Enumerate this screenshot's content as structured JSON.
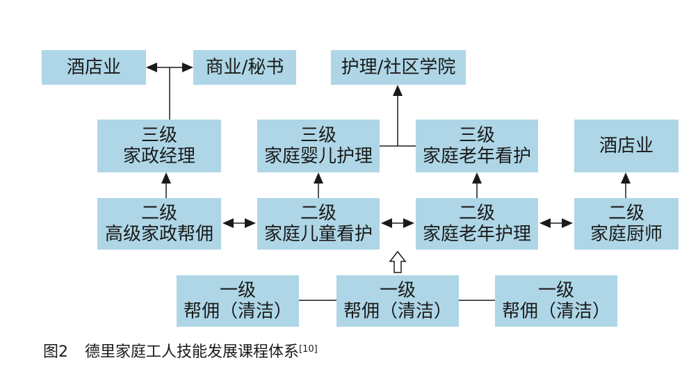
{
  "boxes": {
    "top_hotel": "酒店业",
    "top_business": "商业/秘书",
    "top_nursing": "护理/社区学院",
    "l3_manager_a": "三级",
    "l3_manager_b": "家政经理",
    "l3_infant_a": "三级",
    "l3_infant_b": "家庭婴儿护理",
    "l3_elder_a": "三级",
    "l3_elder_b": "家庭老年看护",
    "right_hotel": "酒店业",
    "l2_helper_a": "二级",
    "l2_helper_b": "高级家政帮佣",
    "l2_child_a": "二级",
    "l2_child_b": "家庭儿童看护",
    "l2_elder_a": "二级",
    "l2_elder_b": "家庭老年护理",
    "l2_chef_a": "二级",
    "l2_chef_b": "家庭厨师",
    "l1_left_a": "一级",
    "l1_left_b": "帮佣（清洁）",
    "l1_mid_a": "一级",
    "l1_mid_b": "帮佣（清洁）",
    "l1_right_a": "一级",
    "l1_right_b": "帮佣（清洁）"
  },
  "caption": {
    "figure": "图2",
    "title": "德里家庭工人技能发展课程体系",
    "ref": "[10]"
  },
  "colors": {
    "box_fill": "#aed6e6",
    "line": "#1a1a1a"
  }
}
